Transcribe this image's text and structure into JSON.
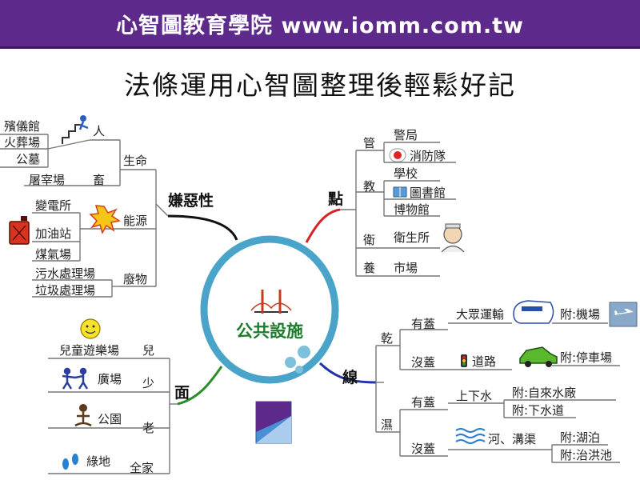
{
  "header": {
    "title": "心智圖教育學院 www.iomm.com.tw"
  },
  "page_title": "法條運用心智圖整理後輕鬆好記",
  "center": {
    "label": "公共設施"
  },
  "branches": {
    "objection": {
      "label": "嫌惡性",
      "life": {
        "label": "生命",
        "people": "人",
        "people_items": [
          "殯儀館",
          "火葬場",
          "公墓"
        ],
        "animal": "畜",
        "animal_items": [
          "屠宰場"
        ]
      },
      "energy": {
        "label": "能源",
        "items": [
          "變電所",
          "加油站",
          "煤氣場"
        ]
      },
      "waste": {
        "label": "廢物",
        "items": [
          "污水處理場",
          "垃圾處理場"
        ]
      }
    },
    "point": {
      "label": "點",
      "guard": {
        "label": "管",
        "items": [
          "警局",
          "消防隊"
        ]
      },
      "edu": {
        "label": "教",
        "items": [
          "學校",
          "圖書館",
          "博物館"
        ]
      },
      "health": {
        "label": "衛",
        "items": [
          "衛生所"
        ]
      },
      "nurture": {
        "label": "養",
        "items": [
          "市場"
        ]
      }
    },
    "line": {
      "label": "線",
      "dry": {
        "label": "乾",
        "covered": {
          "label": "有蓋",
          "item": "大眾運輸",
          "attach": "附:機場"
        },
        "uncovered": {
          "label": "沒蓋",
          "item": "道路",
          "attach": "附:停車場"
        }
      },
      "wet": {
        "label": "濕",
        "covered": {
          "label": "有蓋",
          "item": "上下水",
          "attach": [
            "附:自來水廠",
            "附:下水道"
          ]
        },
        "uncovered": {
          "label": "沒蓋",
          "item": "河、溝渠",
          "attach": [
            "附:湖泊",
            "附:治洪池"
          ]
        }
      }
    },
    "area": {
      "label": "面",
      "child": {
        "label": "兒",
        "item": "兒童遊樂場"
      },
      "youth": {
        "label": "少",
        "item": "廣場"
      },
      "elder": {
        "label": "老",
        "item": "公園"
      },
      "family": {
        "label": "全家",
        "item": "綠地"
      }
    }
  }
}
